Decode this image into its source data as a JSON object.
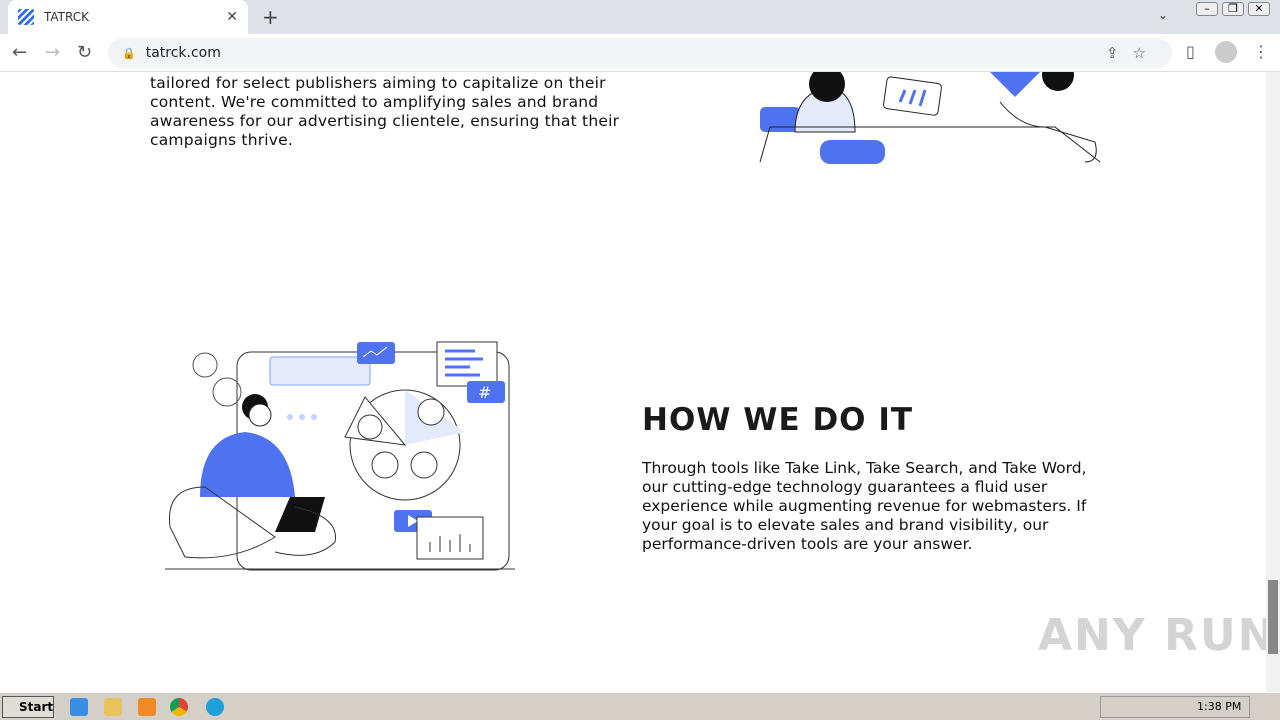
{
  "browser": {
    "tab_title": "TATRCK",
    "url": "tatrck.com"
  },
  "content": {
    "intro_text": "tailored for select publishers aiming to capitalize on their content. We're committed to amplifying sales and brand awareness for our advertising clientele, ensuring that their campaigns thrive.",
    "section_title": "HOW WE DO IT",
    "section_text": "Through tools like Take Link, Take Search, and Take Word, our cutting-edge technology guarantees a fluid user experience while augmenting revenue for webmasters. If your goal is to elevate sales and brand visibility, our performance-driven tools are your answer.",
    "accent": "#4f73f0"
  },
  "watermark": "ANY RUN",
  "taskbar": {
    "start": "Start",
    "clock": "1:38 PM"
  }
}
